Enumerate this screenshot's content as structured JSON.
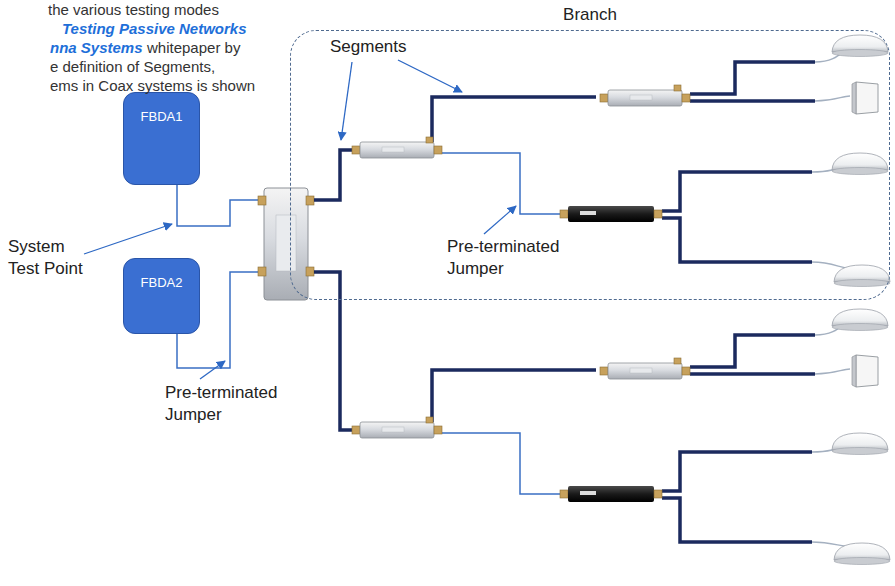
{
  "diagram": {
    "nodes": [
      {
        "text": [
          "Branch"
        ]
      },
      {
        "text": [
          "FBDA1"
        ]
      },
      {
        "text": [
          "FBDA2"
        ]
      }
    ],
    "labels": [
      "the various testing modes",
      "Testing Passive Networks",
      "nna Systems",
      "whitepaper by",
      "e definition of Segments,",
      "ems in Coax systems is shown",
      "Segments",
      "System Test Point",
      "Pre-terminated Jumper",
      "Pre-terminated Jumper"
    ]
  }
}
